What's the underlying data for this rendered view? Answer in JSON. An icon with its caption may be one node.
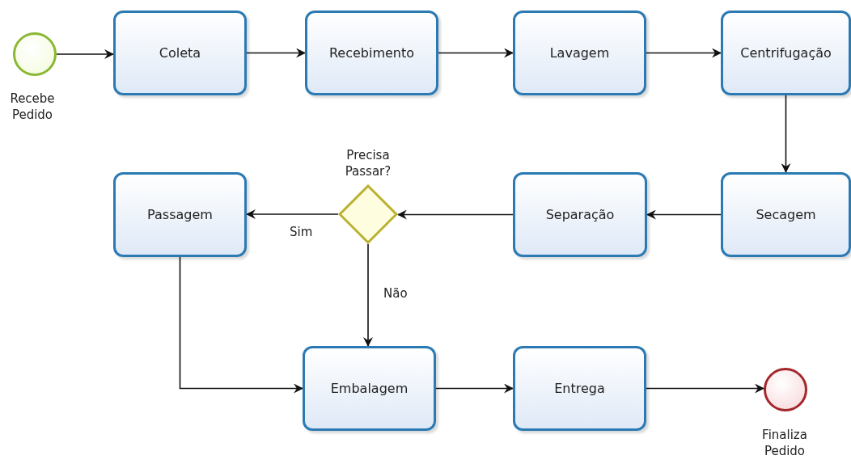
{
  "diagram": {
    "nodes": [
      {
        "text": [],
        "shape": "circle",
        "beside": [
          "Recebe Pedido"
        ]
      },
      {
        "text": [
          "Coleta"
        ]
      },
      {
        "text": [
          "Recebimento"
        ]
      },
      {
        "text": [
          "Lavagem"
        ]
      },
      {
        "text": [
          "Centrifugação"
        ]
      },
      {
        "text": [
          "Secagem"
        ]
      },
      {
        "text": [
          "Separação"
        ]
      },
      {
        "text": [],
        "shape": "diamond",
        "beside": [
          "Precisa Passar?"
        ]
      },
      {
        "text": [
          "Passagem"
        ]
      },
      {
        "text": [
          "Embalagem"
        ]
      },
      {
        "text": [
          "Entrega"
        ]
      },
      {
        "text": [],
        "shape": "circle",
        "beside": [
          "Finaliza Pedido"
        ]
      }
    ],
    "edges": [
      {
        "from": 0,
        "to": 1,
        "arrow": "to"
      },
      {
        "from": 1,
        "to": 2,
        "arrow": "to"
      },
      {
        "from": 2,
        "to": 3,
        "arrow": "to"
      },
      {
        "from": 3,
        "to": 4,
        "arrow": "to"
      },
      {
        "from": 4,
        "to": 5,
        "arrow": "to"
      },
      {
        "from": 5,
        "to": 6,
        "arrow": "to"
      },
      {
        "from": 6,
        "to": 7,
        "arrow": "to"
      },
      {
        "from": 7,
        "to": 8,
        "arrow": "to",
        "label": "Sim"
      },
      {
        "from": 7,
        "to": 9,
        "arrow": "to",
        "label": "Não"
      },
      {
        "from": 8,
        "to": 9,
        "arrow": "to"
      },
      {
        "from": 9,
        "to": 10,
        "arrow": "to"
      },
      {
        "from": 10,
        "to": 11,
        "arrow": "to"
      }
    ]
  }
}
